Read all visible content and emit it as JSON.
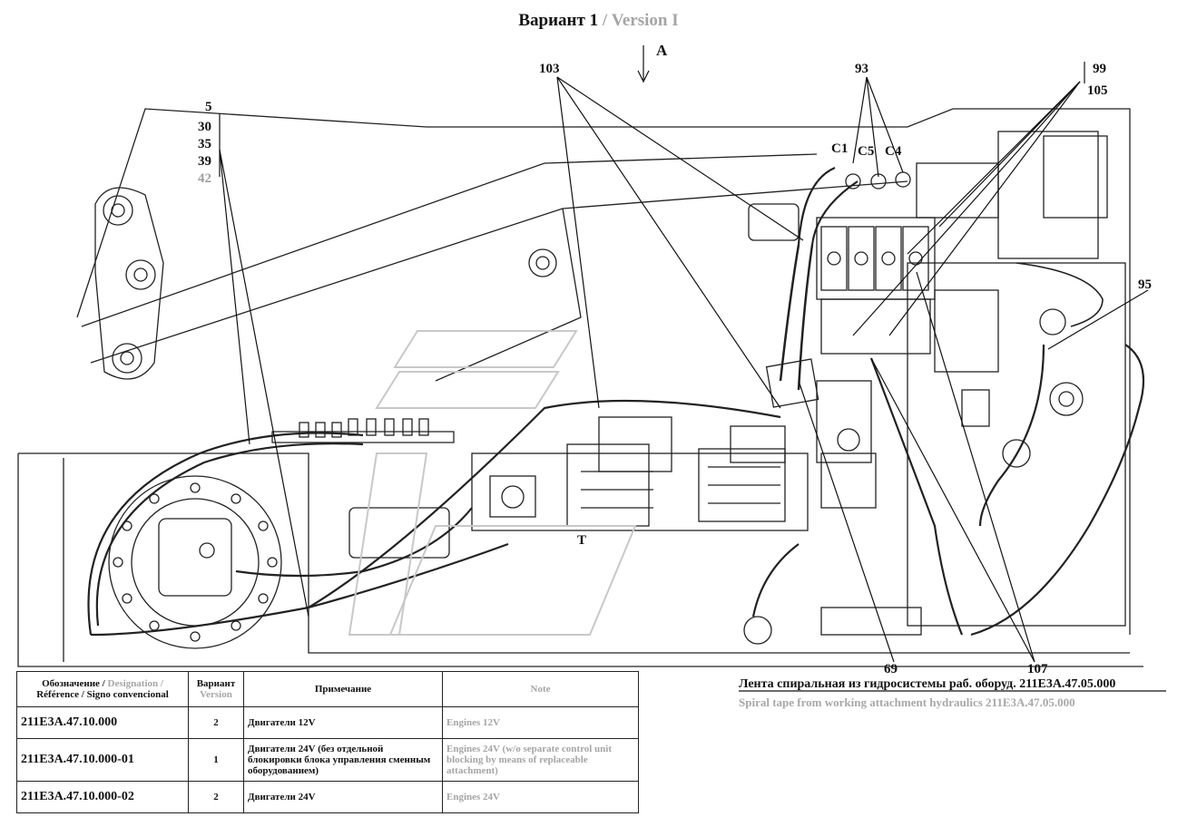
{
  "title": {
    "ru": "Вариант 1",
    "sep": " / ",
    "en": "Version I"
  },
  "view_label": "A",
  "callouts": {
    "c103": "103",
    "c93": "93",
    "c99": "99",
    "c105": "105",
    "c5": "5",
    "c30": "30",
    "c35": "35",
    "c39": "39",
    "c42": "42",
    "c95": "95",
    "c69": "69",
    "c107": "107",
    "C1": "C1",
    "C5": "C5",
    "C4": "C4",
    "T": "T"
  },
  "caption": {
    "ru": "Лента спиральная из гидросистемы раб. оборуд. 211Е3А.47.05.000",
    "en": "Spiral tape from working attachment hydraulics 211E3A.47.05.000"
  },
  "table": {
    "headers": {
      "designation_ru": "Обозначение / ",
      "designation_en": "Designation /",
      "designation_line2": "Référence / Signo convencional",
      "variant_ru": "Вариант",
      "variant_en": "Version",
      "note_ru": "Примечание",
      "note_en": "Note"
    },
    "rows": [
      {
        "code": "211Е3А.47.10.000",
        "variant": "2",
        "note_ru": "Двигатели 12V",
        "note_en": "Engines 12V"
      },
      {
        "code": "211Е3А.47.10.000-01",
        "variant": "1",
        "note_ru": "Двигатели 24V (без отдельной блокировки блока управления сменным оборудованием)",
        "note_en": "Engines 24V (w/o separate control unit blocking by means of replaceable attachment)"
      },
      {
        "code": "211Е3А.47.10.000-02",
        "variant": "2",
        "note_ru": "Двигатели 24V",
        "note_en": "Engines 24V"
      }
    ]
  }
}
